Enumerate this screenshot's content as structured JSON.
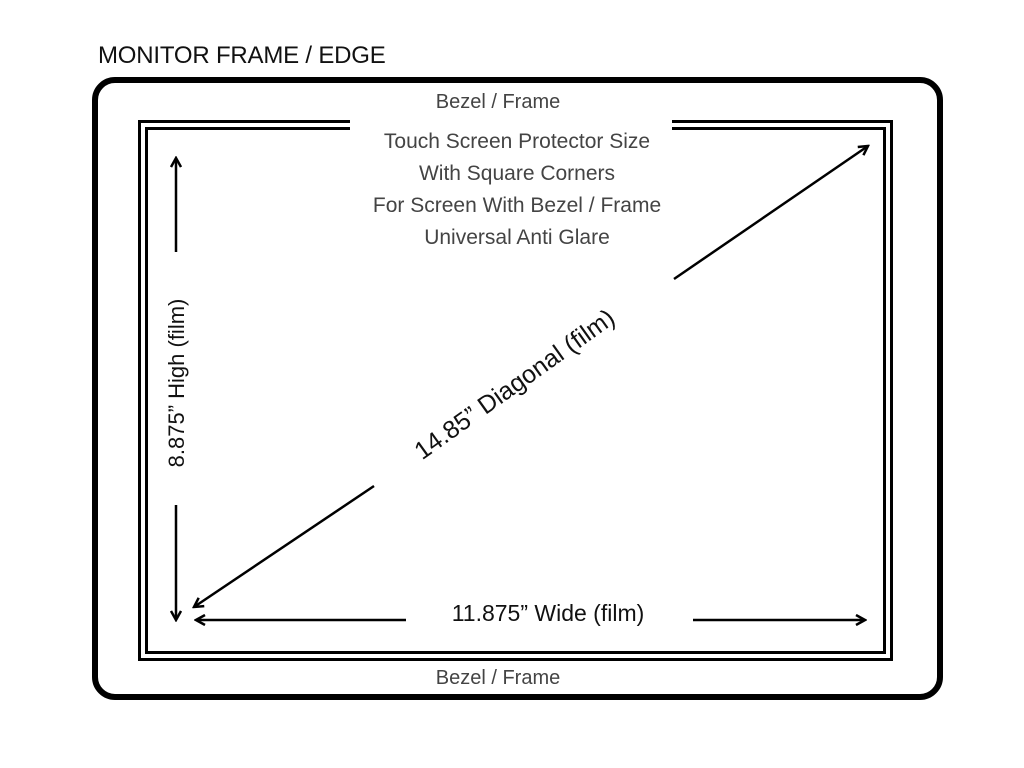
{
  "title": "MONITOR FRAME / EDGE",
  "bezel": {
    "top_label": "Bezel / Frame",
    "bottom_label": "Bezel / Frame"
  },
  "description": {
    "lines": [
      "Touch Screen Protector Size",
      "With Square Corners",
      "For Screen With Bezel / Frame",
      "Universal Anti Glare"
    ]
  },
  "dimensions": {
    "wide": "11.875” Wide (film)",
    "high": "8.875” High (film)",
    "diagonal": "14.85” Diagonal (film)"
  },
  "colors": {
    "stroke": "#000000",
    "label_text": "#444444",
    "dimension_text": "#111111",
    "background": "#ffffff"
  }
}
